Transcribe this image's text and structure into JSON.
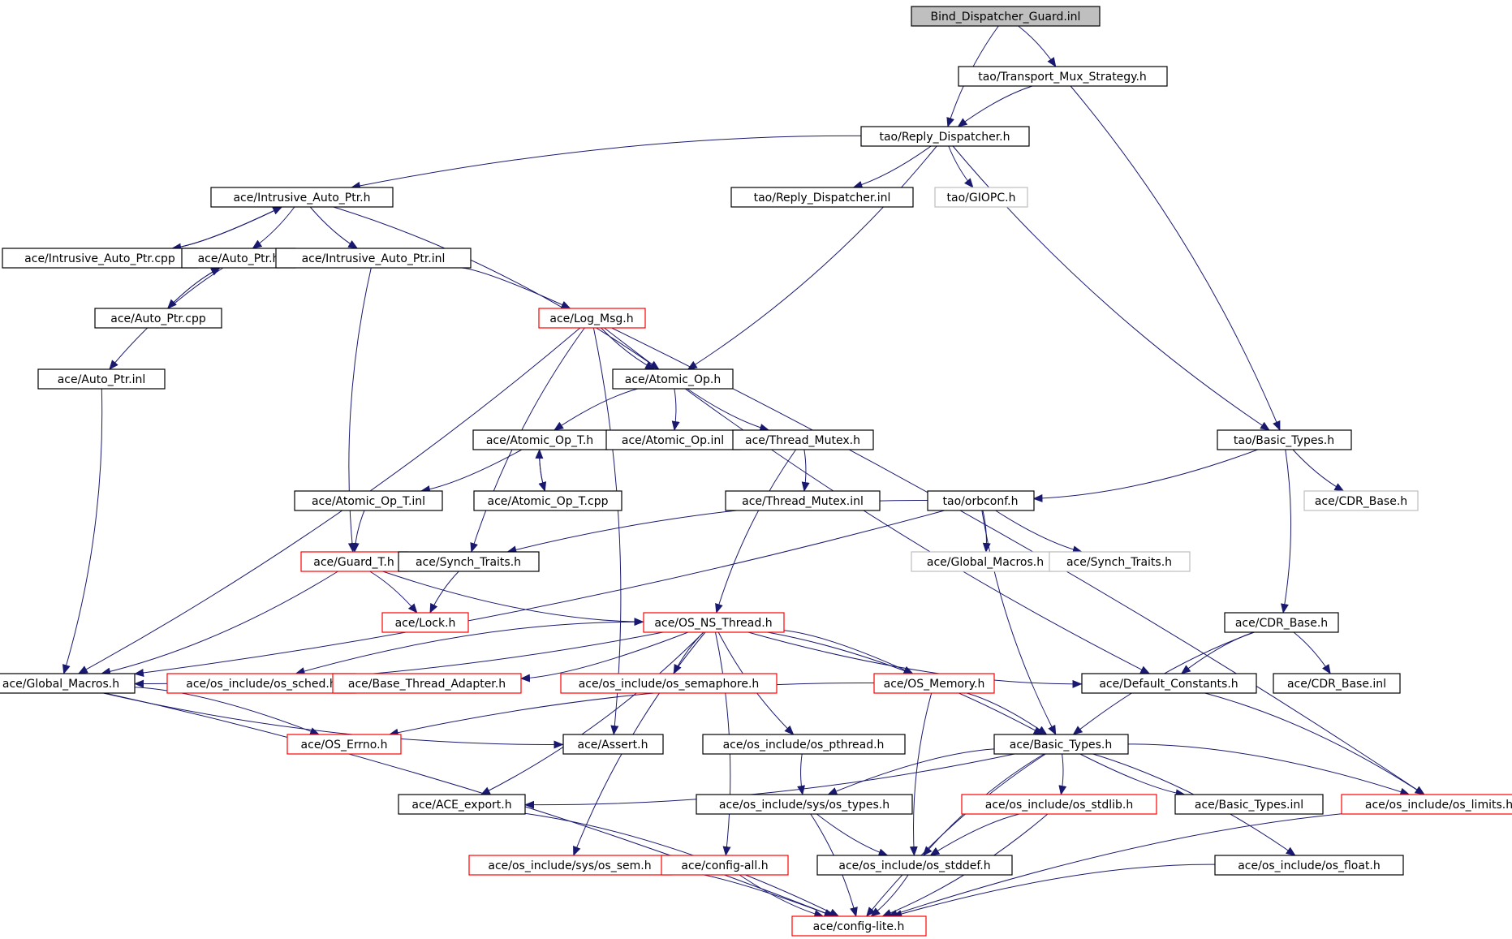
{
  "diagram": {
    "type": "include-dependency-graph",
    "colors": {
      "edge": "#191970",
      "box_default": "#000000",
      "box_truncated": "#ff0000",
      "box_external": "#bfbfbf",
      "box_root_fill": "#bfbfbf",
      "background": "#ffffff"
    },
    "nodes": [
      {
        "id": "n_bind",
        "label": "Bind_Dispatcher_Guard.inl",
        "kind": "root"
      },
      {
        "id": "n_tms",
        "label": "tao/Transport_Mux_Strategy.h",
        "kind": "normal"
      },
      {
        "id": "n_rd",
        "label": "tao/Reply_Dispatcher.h",
        "kind": "normal"
      },
      {
        "id": "n_iap",
        "label": "ace/Intrusive_Auto_Ptr.h",
        "kind": "normal"
      },
      {
        "id": "n_rdinl",
        "label": "tao/Reply_Dispatcher.inl",
        "kind": "normal"
      },
      {
        "id": "n_giopc",
        "label": "tao/GIOPC.h",
        "kind": "external"
      },
      {
        "id": "n_iapcpp",
        "label": "ace/Intrusive_Auto_Ptr.cpp",
        "kind": "normal"
      },
      {
        "id": "n_ap",
        "label": "ace/Auto_Ptr.h",
        "kind": "normal"
      },
      {
        "id": "n_iapinl",
        "label": "ace/Intrusive_Auto_Ptr.inl",
        "kind": "normal"
      },
      {
        "id": "n_apcpp",
        "label": "ace/Auto_Ptr.cpp",
        "kind": "normal"
      },
      {
        "id": "n_logmsg",
        "label": "ace/Log_Msg.h",
        "kind": "truncated"
      },
      {
        "id": "n_apinl",
        "label": "ace/Auto_Ptr.inl",
        "kind": "normal"
      },
      {
        "id": "n_aop",
        "label": "ace/Atomic_Op.h",
        "kind": "normal"
      },
      {
        "id": "n_aopt",
        "label": "ace/Atomic_Op_T.h",
        "kind": "normal"
      },
      {
        "id": "n_aopinl",
        "label": "ace/Atomic_Op.inl",
        "kind": "normal"
      },
      {
        "id": "n_tm",
        "label": "ace/Thread_Mutex.h",
        "kind": "normal"
      },
      {
        "id": "n_tbt",
        "label": "tao/Basic_Types.h",
        "kind": "normal"
      },
      {
        "id": "n_aoptinl",
        "label": "ace/Atomic_Op_T.inl",
        "kind": "normal"
      },
      {
        "id": "n_aoptcpp",
        "label": "ace/Atomic_Op_T.cpp",
        "kind": "normal"
      },
      {
        "id": "n_tminl",
        "label": "ace/Thread_Mutex.inl",
        "kind": "normal"
      },
      {
        "id": "n_orbconf",
        "label": "tao/orbconf.h",
        "kind": "normal"
      },
      {
        "id": "n_tcdr",
        "label": "ace/CDR_Base.h",
        "kind": "external"
      },
      {
        "id": "n_guard",
        "label": "ace/Guard_T.h",
        "kind": "truncated"
      },
      {
        "id": "n_synch",
        "label": "ace/Synch_Traits.h",
        "kind": "normal"
      },
      {
        "id": "n_gm_ext",
        "label": "ace/Global_Macros.h",
        "kind": "external"
      },
      {
        "id": "n_synch_ext",
        "label": "ace/Synch_Traits.h",
        "kind": "external"
      },
      {
        "id": "n_lock",
        "label": "ace/Lock.h",
        "kind": "truncated"
      },
      {
        "id": "n_osns",
        "label": "ace/OS_NS_Thread.h",
        "kind": "truncated"
      },
      {
        "id": "n_cdr",
        "label": "ace/CDR_Base.h",
        "kind": "normal"
      },
      {
        "id": "n_gm",
        "label": "ace/Global_Macros.h",
        "kind": "normal"
      },
      {
        "id": "n_sched",
        "label": "ace/os_include/os_sched.h",
        "kind": "truncated"
      },
      {
        "id": "n_bta",
        "label": "ace/Base_Thread_Adapter.h",
        "kind": "truncated"
      },
      {
        "id": "n_sem",
        "label": "ace/os_include/os_semaphore.h",
        "kind": "truncated"
      },
      {
        "id": "n_mem",
        "label": "ace/OS_Memory.h",
        "kind": "truncated"
      },
      {
        "id": "n_defc",
        "label": "ace/Default_Constants.h",
        "kind": "normal"
      },
      {
        "id": "n_cdrinl",
        "label": "ace/CDR_Base.inl",
        "kind": "normal"
      },
      {
        "id": "n_errno",
        "label": "ace/OS_Errno.h",
        "kind": "truncated"
      },
      {
        "id": "n_assert",
        "label": "ace/Assert.h",
        "kind": "normal"
      },
      {
        "id": "n_pthread",
        "label": "ace/os_include/os_pthread.h",
        "kind": "normal"
      },
      {
        "id": "n_abt",
        "label": "ace/Basic_Types.h",
        "kind": "normal"
      },
      {
        "id": "n_export",
        "label": "ace/ACE_export.h",
        "kind": "normal"
      },
      {
        "id": "n_types",
        "label": "ace/os_include/sys/os_types.h",
        "kind": "normal"
      },
      {
        "id": "n_stdlib",
        "label": "ace/os_include/os_stdlib.h",
        "kind": "truncated"
      },
      {
        "id": "n_btinl",
        "label": "ace/Basic_Types.inl",
        "kind": "normal"
      },
      {
        "id": "n_limits",
        "label": "ace/os_include/os_limits.h",
        "kind": "truncated"
      },
      {
        "id": "n_syssem",
        "label": "ace/os_include/sys/os_sem.h",
        "kind": "truncated"
      },
      {
        "id": "n_configall",
        "label": "ace/config-all.h",
        "kind": "truncated"
      },
      {
        "id": "n_stddef",
        "label": "ace/os_include/os_stddef.h",
        "kind": "normal"
      },
      {
        "id": "n_float",
        "label": "ace/os_include/os_float.h",
        "kind": "normal"
      },
      {
        "id": "n_configlite",
        "label": "ace/config-lite.h",
        "kind": "truncated"
      }
    ],
    "edges": [
      {
        "from": "n_bind",
        "to": "n_rd"
      },
      {
        "from": "n_bind",
        "to": "n_tms"
      },
      {
        "from": "n_tms",
        "to": "n_rd"
      },
      {
        "from": "n_tms",
        "to": "n_tbt"
      },
      {
        "from": "n_rd",
        "to": "n_iap"
      },
      {
        "from": "n_rd",
        "to": "n_rdinl"
      },
      {
        "from": "n_rd",
        "to": "n_giopc"
      },
      {
        "from": "n_rd",
        "to": "n_aop"
      },
      {
        "from": "n_rd",
        "to": "n_tbt"
      },
      {
        "from": "n_iap",
        "to": "n_iapcpp"
      },
      {
        "from": "n_iapcpp",
        "to": "n_iap"
      },
      {
        "from": "n_iap",
        "to": "n_ap"
      },
      {
        "from": "n_iap",
        "to": "n_iapinl"
      },
      {
        "from": "n_iap",
        "to": "n_aop"
      },
      {
        "from": "n_ap",
        "to": "n_apcpp"
      },
      {
        "from": "n_apcpp",
        "to": "n_ap"
      },
      {
        "from": "n_ap",
        "to": "n_apinl"
      },
      {
        "from": "n_iapinl",
        "to": "n_logmsg"
      },
      {
        "from": "n_iapinl",
        "to": "n_guard"
      },
      {
        "from": "n_apinl",
        "to": "n_gm"
      },
      {
        "from": "n_logmsg",
        "to": "n_aop"
      },
      {
        "from": "n_logmsg",
        "to": "n_gm"
      },
      {
        "from": "n_logmsg",
        "to": "n_synch"
      },
      {
        "from": "n_logmsg",
        "to": "n_assert"
      },
      {
        "from": "n_logmsg",
        "to": "n_defc"
      },
      {
        "from": "n_logmsg",
        "to": "n_limits"
      },
      {
        "from": "n_aop",
        "to": "n_aopt"
      },
      {
        "from": "n_aop",
        "to": "n_aopinl"
      },
      {
        "from": "n_aop",
        "to": "n_tm"
      },
      {
        "from": "n_aopt",
        "to": "n_aoptinl"
      },
      {
        "from": "n_aopt",
        "to": "n_aoptcpp"
      },
      {
        "from": "n_aoptcpp",
        "to": "n_aopt"
      },
      {
        "from": "n_aoptinl",
        "to": "n_guard"
      },
      {
        "from": "n_tm",
        "to": "n_tminl"
      },
      {
        "from": "n_tm",
        "to": "n_osns"
      },
      {
        "from": "n_tbt",
        "to": "n_orbconf"
      },
      {
        "from": "n_tbt",
        "to": "n_tcdr"
      },
      {
        "from": "n_tbt",
        "to": "n_cdr"
      },
      {
        "from": "n_orbconf",
        "to": "n_synch"
      },
      {
        "from": "n_orbconf",
        "to": "n_gm_ext"
      },
      {
        "from": "n_orbconf",
        "to": "n_synch_ext"
      },
      {
        "from": "n_orbconf",
        "to": "n_gm"
      },
      {
        "from": "n_orbconf",
        "to": "n_abt"
      },
      {
        "from": "n_guard",
        "to": "n_lock"
      },
      {
        "from": "n_guard",
        "to": "n_osns"
      },
      {
        "from": "n_guard",
        "to": "n_gm"
      },
      {
        "from": "n_synch",
        "to": "n_lock"
      },
      {
        "from": "n_osns",
        "to": "n_gm"
      },
      {
        "from": "n_osns",
        "to": "n_sched"
      },
      {
        "from": "n_osns",
        "to": "n_bta"
      },
      {
        "from": "n_osns",
        "to": "n_sem"
      },
      {
        "from": "n_osns",
        "to": "n_mem"
      },
      {
        "from": "n_osns",
        "to": "n_defc"
      },
      {
        "from": "n_osns",
        "to": "n_abt"
      },
      {
        "from": "n_osns",
        "to": "n_pthread"
      },
      {
        "from": "n_osns",
        "to": "n_export"
      },
      {
        "from": "n_osns",
        "to": "n_syssem"
      },
      {
        "from": "n_osns",
        "to": "n_configall"
      },
      {
        "from": "n_cdr",
        "to": "n_defc"
      },
      {
        "from": "n_cdr",
        "to": "n_cdrinl"
      },
      {
        "from": "n_cdr",
        "to": "n_abt"
      },
      {
        "from": "n_gm",
        "to": "n_errno"
      },
      {
        "from": "n_gm",
        "to": "n_assert"
      },
      {
        "from": "n_gm",
        "to": "n_configlite"
      },
      {
        "from": "n_mem",
        "to": "n_errno"
      },
      {
        "from": "n_mem",
        "to": "n_abt"
      },
      {
        "from": "n_mem",
        "to": "n_stddef"
      },
      {
        "from": "n_defc",
        "to": "n_limits"
      },
      {
        "from": "n_pthread",
        "to": "n_types"
      },
      {
        "from": "n_abt",
        "to": "n_export"
      },
      {
        "from": "n_abt",
        "to": "n_types"
      },
      {
        "from": "n_abt",
        "to": "n_stdlib"
      },
      {
        "from": "n_abt",
        "to": "n_btinl"
      },
      {
        "from": "n_abt",
        "to": "n_limits"
      },
      {
        "from": "n_abt",
        "to": "n_stddef"
      },
      {
        "from": "n_abt",
        "to": "n_float"
      },
      {
        "from": "n_abt",
        "to": "n_configlite"
      },
      {
        "from": "n_export",
        "to": "n_configlite"
      },
      {
        "from": "n_types",
        "to": "n_stddef"
      },
      {
        "from": "n_types",
        "to": "n_configlite"
      },
      {
        "from": "n_stdlib",
        "to": "n_stddef"
      },
      {
        "from": "n_stdlib",
        "to": "n_configlite"
      },
      {
        "from": "n_limits",
        "to": "n_configlite"
      },
      {
        "from": "n_syssem",
        "to": "n_configlite"
      },
      {
        "from": "n_configall",
        "to": "n_configlite"
      },
      {
        "from": "n_stddef",
        "to": "n_configlite"
      },
      {
        "from": "n_float",
        "to": "n_configlite"
      }
    ]
  }
}
